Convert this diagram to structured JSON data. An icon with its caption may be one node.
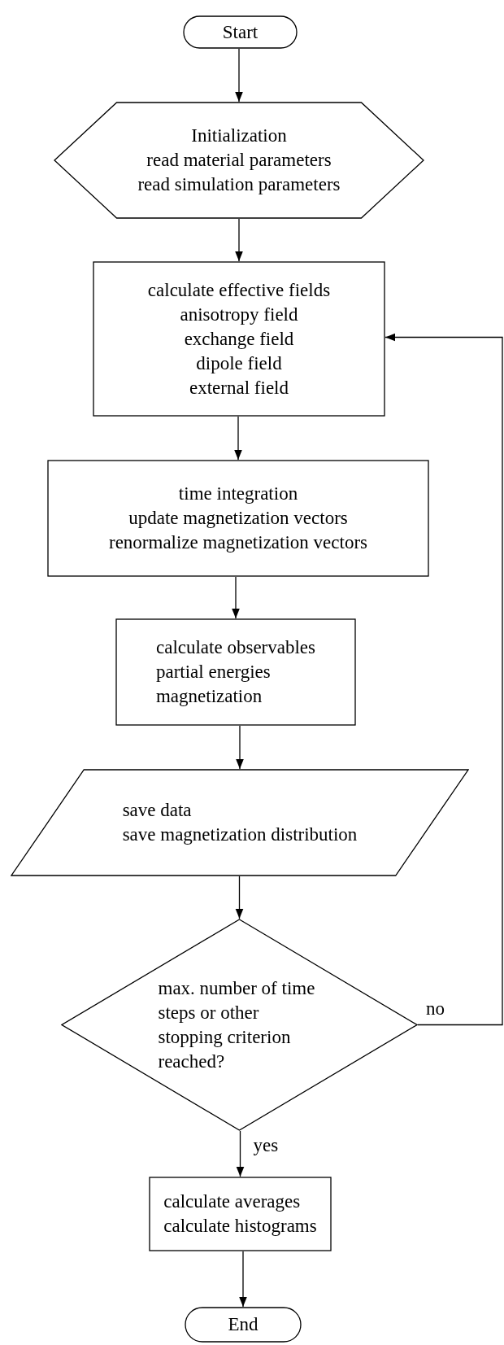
{
  "diagram": {
    "nodes": [
      {
        "text": [
          "Start"
        ]
      },
      {
        "text": [
          "Initialization",
          "read material parameters",
          "read simulation parameters"
        ]
      },
      {
        "text": [
          "calculate effective fields",
          "anisotropy field",
          "exchange field",
          "dipole field",
          "external field"
        ]
      },
      {
        "text": [
          "time integration",
          "update magnetization vectors",
          "renormalize magnetization vectors"
        ]
      },
      {
        "text": [
          "calculate observables",
          "partial energies",
          "magnetization"
        ]
      },
      {
        "text": [
          "save data",
          "save magnetization distribution"
        ]
      },
      {
        "text": [
          "max. number of time steps or other stopping criterion reached?"
        ]
      },
      {
        "text": [
          "calculate averages",
          "calculate histograms"
        ]
      },
      {
        "text": [
          "End"
        ]
      }
    ],
    "edges": [
      {
        "from": 0,
        "to": 1,
        "arrow": "to"
      },
      {
        "from": 1,
        "to": 2,
        "arrow": "to"
      },
      {
        "from": 2,
        "to": 3,
        "arrow": "to"
      },
      {
        "from": 3,
        "to": 4,
        "arrow": "to"
      },
      {
        "from": 4,
        "to": 5,
        "arrow": "to"
      },
      {
        "from": 5,
        "to": 6,
        "arrow": "to"
      },
      {
        "from": 6,
        "to": 7,
        "label": "yes",
        "arrow": "to"
      },
      {
        "from": 7,
        "to": 8,
        "arrow": "to"
      },
      {
        "from": 6,
        "to": 2,
        "label": "no",
        "arrow": "to"
      }
    ]
  }
}
